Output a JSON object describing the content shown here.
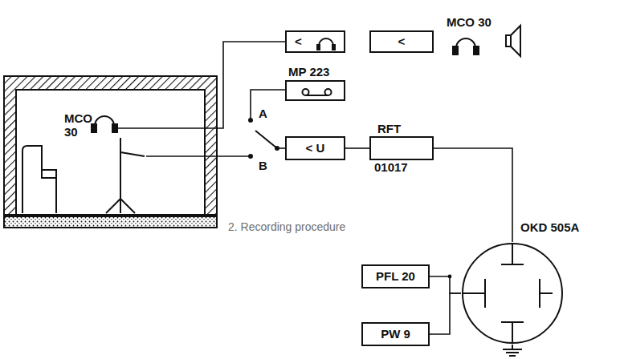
{
  "diagram": {
    "nodes": [
      {
        "text": [
          "<"
        ]
      },
      {
        "text": [
          "<"
        ]
      },
      {
        "text": [
          "MP 223"
        ]
      },
      {
        "text": [
          "< U"
        ]
      },
      {
        "text": [
          "RFT",
          "01017"
        ]
      },
      {
        "text": [
          "OKD 505A"
        ]
      },
      {
        "text": [
          "PFL 20"
        ]
      },
      {
        "text": [
          "PW 9"
        ]
      }
    ],
    "edges": [
      {
        "from": 3,
        "to": 4,
        "arrow": "none"
      },
      {
        "from": 4,
        "to": 5,
        "arrow": "none"
      },
      {
        "from": 6,
        "to": 5,
        "arrow": "none"
      },
      {
        "from": 7,
        "to": 5,
        "arrow": "none"
      }
    ],
    "labels": [
      "MCO 30",
      "MCO 30",
      "A",
      "B",
      "2. Recording procedure"
    ]
  }
}
